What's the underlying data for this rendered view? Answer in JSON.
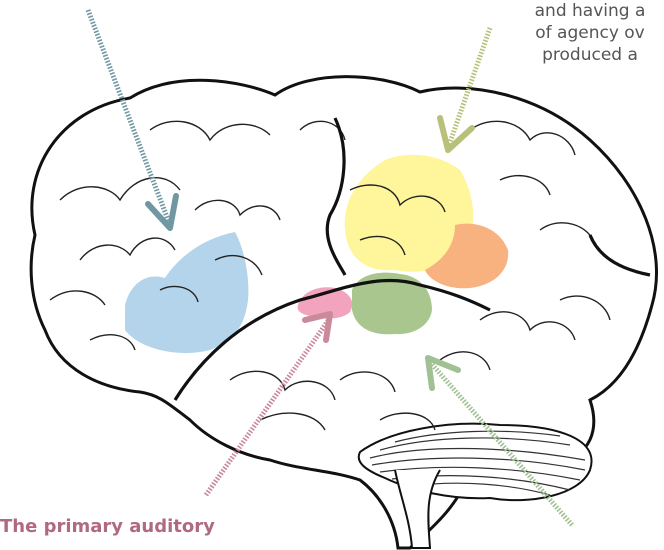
{
  "captions": {
    "top_right": [
      "and having a",
      "of agency ov",
      "produced a"
    ],
    "bottom_left": "The primary auditory"
  },
  "regions": [
    {
      "name": "blue-region",
      "color": "#b3d4ea"
    },
    {
      "name": "yellow-region",
      "color": "#fff59a"
    },
    {
      "name": "orange-region",
      "color": "#f7b27f"
    },
    {
      "name": "pink-region",
      "color": "#f2a3bd"
    },
    {
      "name": "green-region",
      "color": "#a9c68f"
    }
  ],
  "arrows": [
    {
      "name": "blue-arrow",
      "color": "#6f98a3"
    },
    {
      "name": "olive-arrow",
      "color": "#b9c07a"
    },
    {
      "name": "rose-arrow",
      "color": "#c98a9c"
    },
    {
      "name": "green-arrow",
      "color": "#a1c093"
    }
  ]
}
